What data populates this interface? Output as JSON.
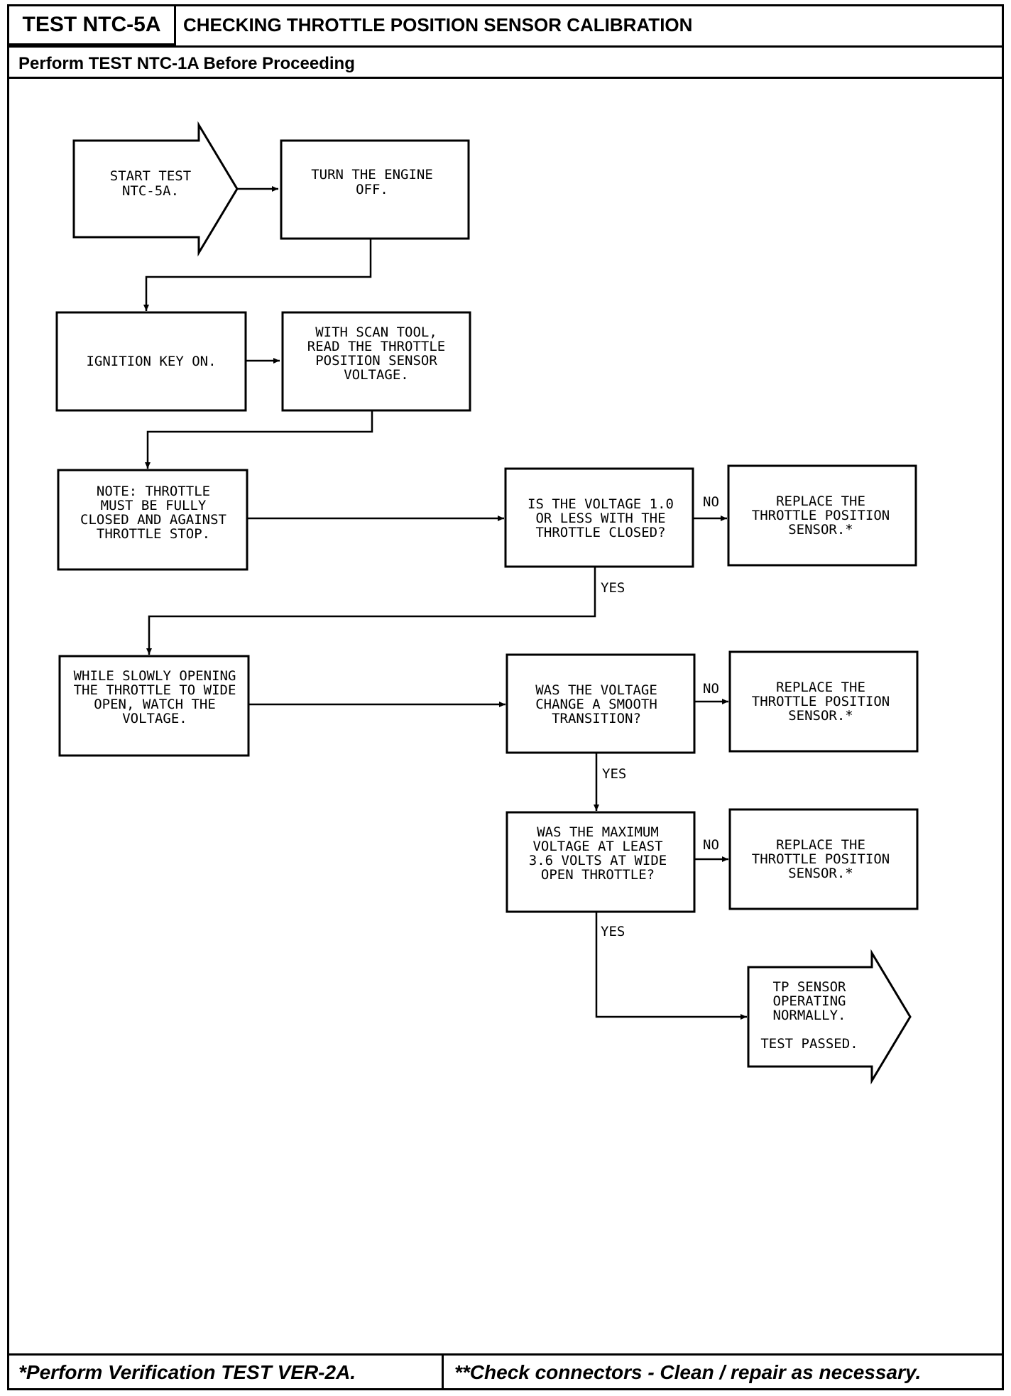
{
  "header": {
    "test_id": "TEST NTC-5A",
    "title": "CHECKING THROTTLE POSITION SENSOR CALIBRATION",
    "subtitle": "Perform TEST NTC-1A Before Proceeding"
  },
  "flowchart": {
    "start": [
      "START TEST",
      "NTC-5A."
    ],
    "engine_off": [
      "TURN THE ENGINE",
      "OFF."
    ],
    "ignition_on": [
      "IGNITION KEY ON."
    ],
    "scan_tool": [
      "WITH SCAN TOOL,",
      "READ THE THROTTLE",
      "POSITION SENSOR",
      "VOLTAGE."
    ],
    "note": [
      "NOTE: THROTTLE",
      "MUST BE FULLY",
      "CLOSED AND AGAINST",
      "THROTTLE STOP."
    ],
    "decision_1": [
      "IS THE VOLTAGE 1.0",
      "OR LESS WITH THE",
      "THROTTLE CLOSED?"
    ],
    "replace_1": [
      "REPLACE THE",
      "THROTTLE POSITION",
      "SENSOR.*"
    ],
    "open_throttle": [
      "WHILE SLOWLY OPENING",
      "THE THROTTLE TO WIDE",
      "OPEN, WATCH THE",
      "VOLTAGE."
    ],
    "decision_2": [
      "WAS THE VOLTAGE",
      "CHANGE A SMOOTH",
      "TRANSITION?"
    ],
    "replace_2": [
      "REPLACE THE",
      "THROTTLE POSITION",
      "SENSOR.*"
    ],
    "decision_3": [
      "WAS THE MAXIMUM",
      "VOLTAGE AT LEAST",
      "3.6 VOLTS AT WIDE",
      "OPEN THROTTLE?"
    ],
    "replace_3": [
      "REPLACE THE",
      "THROTTLE POSITION",
      "SENSOR.*"
    ],
    "end": [
      "TP SENSOR",
      "OPERATING",
      "NORMALLY.",
      "",
      "TEST PASSED."
    ],
    "labels": {
      "yes": "YES",
      "no": "NO"
    }
  },
  "footer": {
    "left": "*Perform Verification TEST VER-2A.",
    "right": "**Check connectors - Clean / repair as necessary."
  }
}
